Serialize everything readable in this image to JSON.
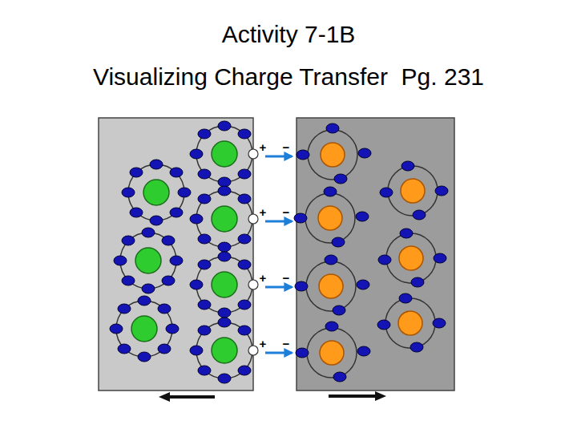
{
  "diagram": {
    "title": "Activity 7-1B",
    "labels": [
      "Visualizing Charge Transfer  Pg. 231",
      "+",
      "−",
      "+",
      "−",
      "+",
      "−",
      "+",
      "−"
    ]
  }
}
